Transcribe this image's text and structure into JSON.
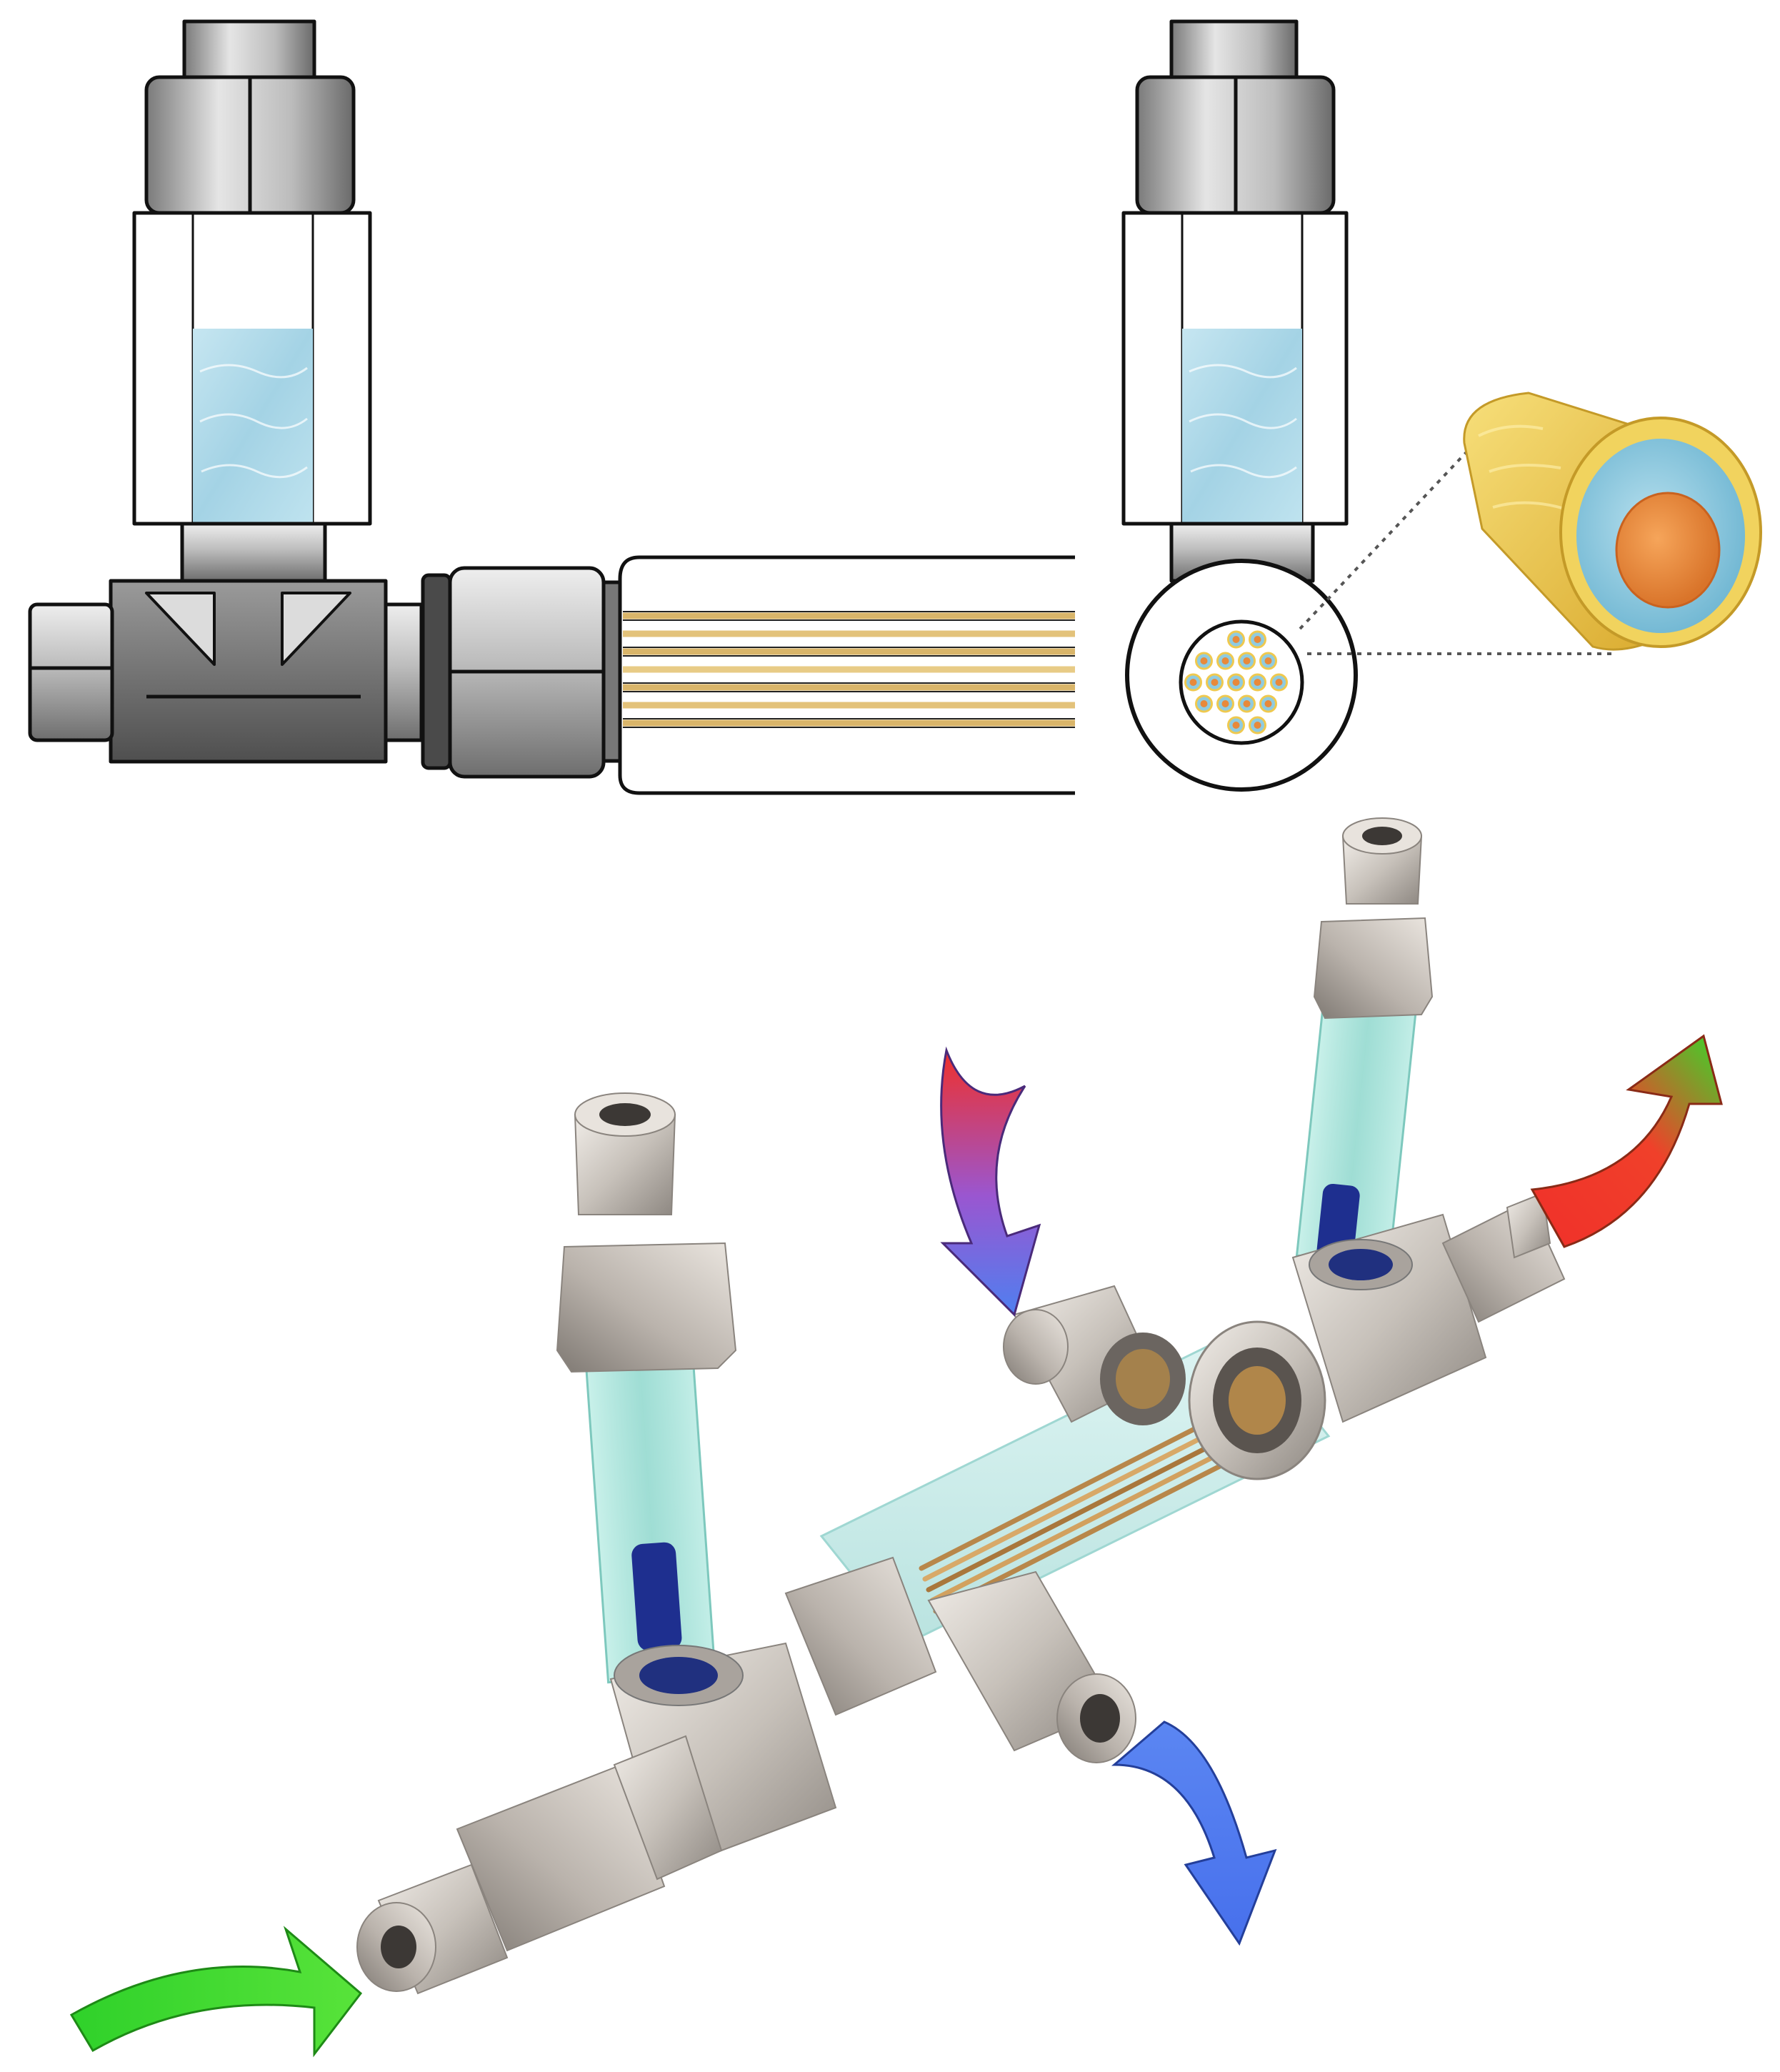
{
  "figure": {
    "background": "#ffffff",
    "has_text": false
  },
  "colors": {
    "metal_light": "#d9d5d0",
    "metal_mid": "#b9b3ad",
    "metal_dark": "#7d7873",
    "sketch_metal_light": "#d6d6d6",
    "sketch_metal_dark": "#6f6f6f",
    "sketch_outline": "#111111",
    "water": "#a9d6e6",
    "water_glass_3d": "#9fded6",
    "fiber_gold": "#d9b56a",
    "fiber_core": "#e8893a",
    "shell_yellow": "#efc94f",
    "lumen_blue": "#8fcbe0",
    "electrode_blue": "#1e2f8f",
    "arrow_green": "#3cd62a",
    "arrow_red": "#f0302a",
    "arrow_blue": "#4f7ff0"
  },
  "icons": {
    "top_left": "tee-fitting-with-sight-glass-and-fiber-bundle-icon",
    "top_right": "cross-section-end-view-icon",
    "fiber_zoom": "hollow-fiber-cross-section-icon",
    "bottom": "3d-hollow-fiber-module-assembly-icon",
    "arrows": [
      "inlet-arrow-green",
      "outlet-arrow-red-green",
      "shell-inlet-arrow-red-blue",
      "shell-outlet-arrow-blue"
    ]
  }
}
